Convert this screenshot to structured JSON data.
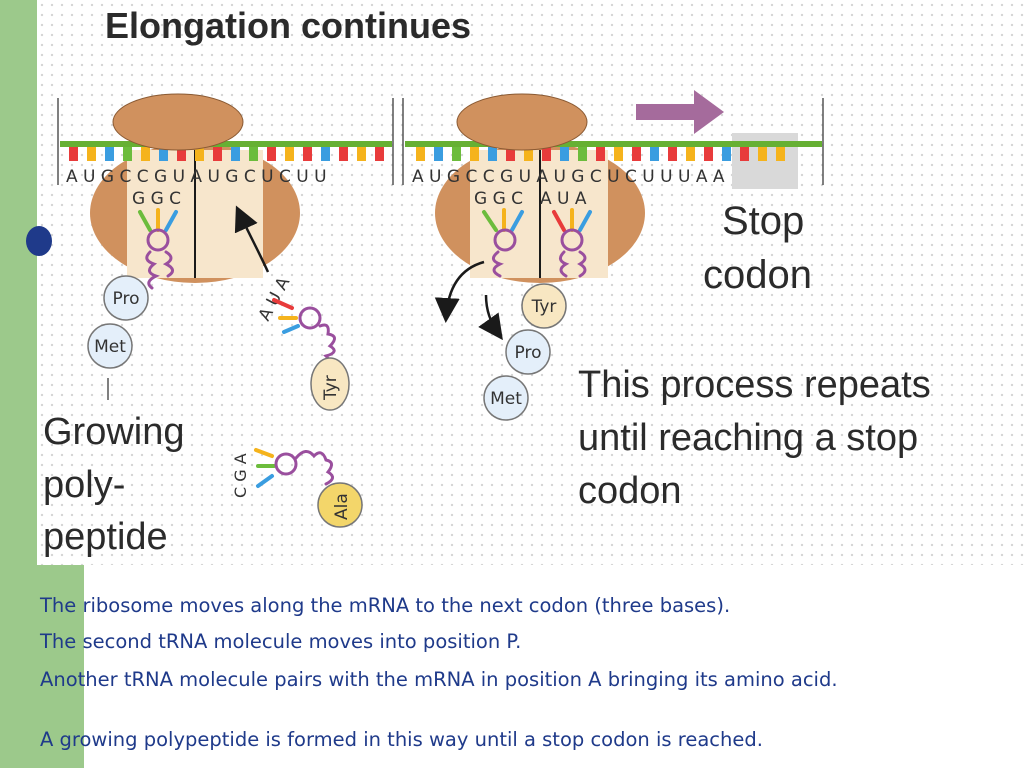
{
  "title": "Elongation continues",
  "left_panel": {
    "mrna_bases": "A U G C C G U A U G C U C U U",
    "p_site_anticodon": "G G C",
    "incoming_trna_anticodon": "A U A",
    "second_trna_anticodon": "C G A",
    "chain": [
      "Pro",
      "Met"
    ],
    "incoming_amino_acid": "Tyr",
    "second_amino_acid": "Ala",
    "label_lines": [
      "Growing",
      "poly-",
      "peptide"
    ]
  },
  "right_panel": {
    "mrna_bases": "A U G C C G U A U G C U C U U U A A",
    "anticodon_p": "G G C",
    "anticodon_a": "A U A",
    "chain": [
      "Tyr",
      "Pro",
      "Met"
    ],
    "stop_label_lines": [
      "Stop",
      "codon"
    ]
  },
  "repeat_text_lines": [
    "This process repeats",
    "until reaching a stop",
    "codon"
  ],
  "captions": [
    "The ribosome moves along the mRNA to the next codon (three bases).",
    "The second tRNA molecule moves into position P.",
    "Another tRNA molecule pairs with the mRNA in position A bringing its amino acid.",
    "A growing polypeptide is formed in this way until a stop codon is reached."
  ],
  "colors": {
    "ribosome": "#d0915e",
    "ribosome_channel": "#f7e6cc",
    "mrna_backbone": "#66b033",
    "trna_loop": "#9a4f9e",
    "amino_acid_fill": "#e4effa",
    "amino_acid_tyr_fill": "#f8e7c2",
    "amino_acid_ala_fill": "#f3d66a",
    "arrow": "#a56b9c",
    "caption_text": "#1f3a8a",
    "sidebar": "#9cc98b"
  },
  "icons": [
    "movement-arrow-icon",
    "exit-arrow-icon"
  ]
}
